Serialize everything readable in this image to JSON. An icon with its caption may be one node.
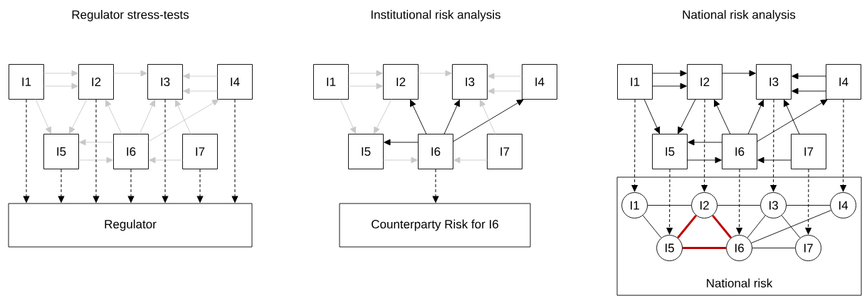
{
  "diagram": {
    "nodes": [
      {
        "text": [
          "I1"
        ]
      },
      {
        "text": [
          "I2"
        ]
      },
      {
        "text": [
          "I3"
        ]
      },
      {
        "text": [
          "I4"
        ]
      },
      {
        "text": [
          "I5"
        ]
      },
      {
        "text": [
          "I6"
        ]
      },
      {
        "text": [
          "I7"
        ]
      },
      {
        "text": [
          "Regulator"
        ]
      },
      {
        "text": [
          "I1"
        ]
      },
      {
        "text": [
          "I2"
        ]
      },
      {
        "text": [
          "I3"
        ]
      },
      {
        "text": [
          "I4"
        ]
      },
      {
        "text": [
          "I5"
        ]
      },
      {
        "text": [
          "I6"
        ]
      },
      {
        "text": [
          "I7"
        ]
      },
      {
        "text": [
          "Counterparty Risk for I6"
        ]
      },
      {
        "text": [
          "I1"
        ]
      },
      {
        "text": [
          "I2"
        ]
      },
      {
        "text": [
          "I3"
        ]
      },
      {
        "text": [
          "I4"
        ]
      },
      {
        "text": [
          "I5"
        ]
      },
      {
        "text": [
          "I6"
        ]
      },
      {
        "text": [
          "I7"
        ]
      },
      {
        "text": [
          "National risk"
        ]
      },
      {
        "text": [
          "I1"
        ],
        "in": 23
      },
      {
        "text": [
          "I2"
        ],
        "in": 23
      },
      {
        "text": [
          "I3"
        ],
        "in": 23
      },
      {
        "text": [
          "I4"
        ],
        "in": 23
      },
      {
        "text": [
          "I5"
        ],
        "in": 23
      },
      {
        "text": [
          "I6"
        ],
        "in": 23
      },
      {
        "text": [
          "I7"
        ],
        "in": 23
      }
    ],
    "edges": [
      {
        "from": 0,
        "to": 1,
        "arrow": "to",
        "color": "#c8c8c8"
      },
      {
        "from": 0,
        "to": 1,
        "arrow": "to",
        "color": "#c8c8c8"
      },
      {
        "from": 1,
        "to": 2,
        "arrow": "to",
        "color": "#c8c8c8"
      },
      {
        "from": 3,
        "to": 2,
        "arrow": "to",
        "color": "#c8c8c8"
      },
      {
        "from": 3,
        "to": 2,
        "arrow": "to",
        "color": "#c8c8c8"
      },
      {
        "from": 0,
        "to": 4,
        "arrow": "to",
        "color": "#c8c8c8"
      },
      {
        "from": 1,
        "to": 4,
        "arrow": "to",
        "color": "#c8c8c8"
      },
      {
        "from": 5,
        "to": 1,
        "arrow": "to",
        "color": "#c8c8c8"
      },
      {
        "from": 5,
        "to": 2,
        "arrow": "to",
        "color": "#c8c8c8"
      },
      {
        "from": 5,
        "to": 3,
        "arrow": "to",
        "color": "#c8c8c8"
      },
      {
        "from": 6,
        "to": 2,
        "arrow": "to",
        "color": "#c8c8c8"
      },
      {
        "from": 5,
        "to": 4,
        "arrow": "to",
        "color": "#c8c8c8"
      },
      {
        "from": 4,
        "to": 5,
        "arrow": "to",
        "color": "#c8c8c8"
      },
      {
        "from": 6,
        "to": 5,
        "arrow": "to",
        "color": "#c8c8c8"
      },
      {
        "from": 0,
        "to": 7,
        "arrow": "to",
        "style": "dashed"
      },
      {
        "from": 4,
        "to": 7,
        "arrow": "to",
        "style": "dashed"
      },
      {
        "from": 1,
        "to": 7,
        "arrow": "to",
        "style": "dashed"
      },
      {
        "from": 5,
        "to": 7,
        "arrow": "to",
        "style": "dashed"
      },
      {
        "from": 2,
        "to": 7,
        "arrow": "to",
        "style": "dashed"
      },
      {
        "from": 6,
        "to": 7,
        "arrow": "to",
        "style": "dashed"
      },
      {
        "from": 3,
        "to": 7,
        "arrow": "to",
        "style": "dashed"
      },
      {
        "from": 8,
        "to": 9,
        "arrow": "to",
        "color": "#c8c8c8"
      },
      {
        "from": 8,
        "to": 9,
        "arrow": "to",
        "color": "#c8c8c8"
      },
      {
        "from": 9,
        "to": 10,
        "arrow": "to",
        "color": "#c8c8c8"
      },
      {
        "from": 11,
        "to": 10,
        "arrow": "to",
        "color": "#c8c8c8"
      },
      {
        "from": 11,
        "to": 10,
        "arrow": "to",
        "color": "#c8c8c8"
      },
      {
        "from": 8,
        "to": 12,
        "arrow": "to",
        "color": "#c8c8c8"
      },
      {
        "from": 9,
        "to": 12,
        "arrow": "to",
        "color": "#c8c8c8"
      },
      {
        "from": 13,
        "to": 9,
        "arrow": "to"
      },
      {
        "from": 13,
        "to": 10,
        "arrow": "to"
      },
      {
        "from": 13,
        "to": 11,
        "arrow": "to"
      },
      {
        "from": 14,
        "to": 10,
        "arrow": "to",
        "color": "#c8c8c8"
      },
      {
        "from": 13,
        "to": 12,
        "arrow": "to"
      },
      {
        "from": 12,
        "to": 13,
        "arrow": "to",
        "color": "#c8c8c8"
      },
      {
        "from": 14,
        "to": 13,
        "arrow": "to",
        "color": "#c8c8c8"
      },
      {
        "from": 13,
        "to": 15,
        "arrow": "to",
        "style": "dashed"
      },
      {
        "from": 16,
        "to": 17,
        "arrow": "to"
      },
      {
        "from": 16,
        "to": 17,
        "arrow": "to"
      },
      {
        "from": 17,
        "to": 18,
        "arrow": "to"
      },
      {
        "from": 19,
        "to": 18,
        "arrow": "to"
      },
      {
        "from": 19,
        "to": 18,
        "arrow": "to"
      },
      {
        "from": 16,
        "to": 20,
        "arrow": "to"
      },
      {
        "from": 17,
        "to": 20,
        "arrow": "to"
      },
      {
        "from": 21,
        "to": 17,
        "arrow": "to"
      },
      {
        "from": 21,
        "to": 18,
        "arrow": "to"
      },
      {
        "from": 21,
        "to": 19,
        "arrow": "to"
      },
      {
        "from": 22,
        "to": 18,
        "arrow": "to"
      },
      {
        "from": 21,
        "to": 20,
        "arrow": "to"
      },
      {
        "from": 20,
        "to": 21,
        "arrow": "to"
      },
      {
        "from": 22,
        "to": 21,
        "arrow": "to"
      },
      {
        "from": 16,
        "to": 24,
        "arrow": "to",
        "style": "dashed"
      },
      {
        "from": 20,
        "to": 28,
        "arrow": "to",
        "style": "dashed"
      },
      {
        "from": 17,
        "to": 25,
        "arrow": "to",
        "style": "dashed"
      },
      {
        "from": 21,
        "to": 29,
        "arrow": "to",
        "style": "dashed"
      },
      {
        "from": 18,
        "to": 26,
        "arrow": "to",
        "style": "dashed"
      },
      {
        "from": 22,
        "to": 30,
        "arrow": "to",
        "style": "dashed"
      },
      {
        "from": 19,
        "to": 27,
        "arrow": "to",
        "style": "dashed"
      },
      {
        "from": 24,
        "to": 25,
        "arrow": "none"
      },
      {
        "from": 25,
        "to": 26,
        "arrow": "none"
      },
      {
        "from": 26,
        "to": 27,
        "arrow": "none"
      },
      {
        "from": 24,
        "to": 28,
        "arrow": "none"
      },
      {
        "from": 25,
        "to": 28,
        "arrow": "none",
        "style": "thick",
        "color": "#c00000"
      },
      {
        "from": 25,
        "to": 29,
        "arrow": "none",
        "style": "thick",
        "color": "#c00000"
      },
      {
        "from": 28,
        "to": 29,
        "arrow": "none",
        "style": "thick",
        "color": "#c00000"
      },
      {
        "from": 26,
        "to": 29,
        "arrow": "none"
      },
      {
        "from": 27,
        "to": 29,
        "arrow": "none"
      },
      {
        "from": 26,
        "to": 30,
        "arrow": "none"
      },
      {
        "from": 29,
        "to": 30,
        "arrow": "none"
      }
    ],
    "labels": [
      "Regulator stress-tests",
      "Institutional risk analysis",
      "National risk analysis"
    ]
  }
}
